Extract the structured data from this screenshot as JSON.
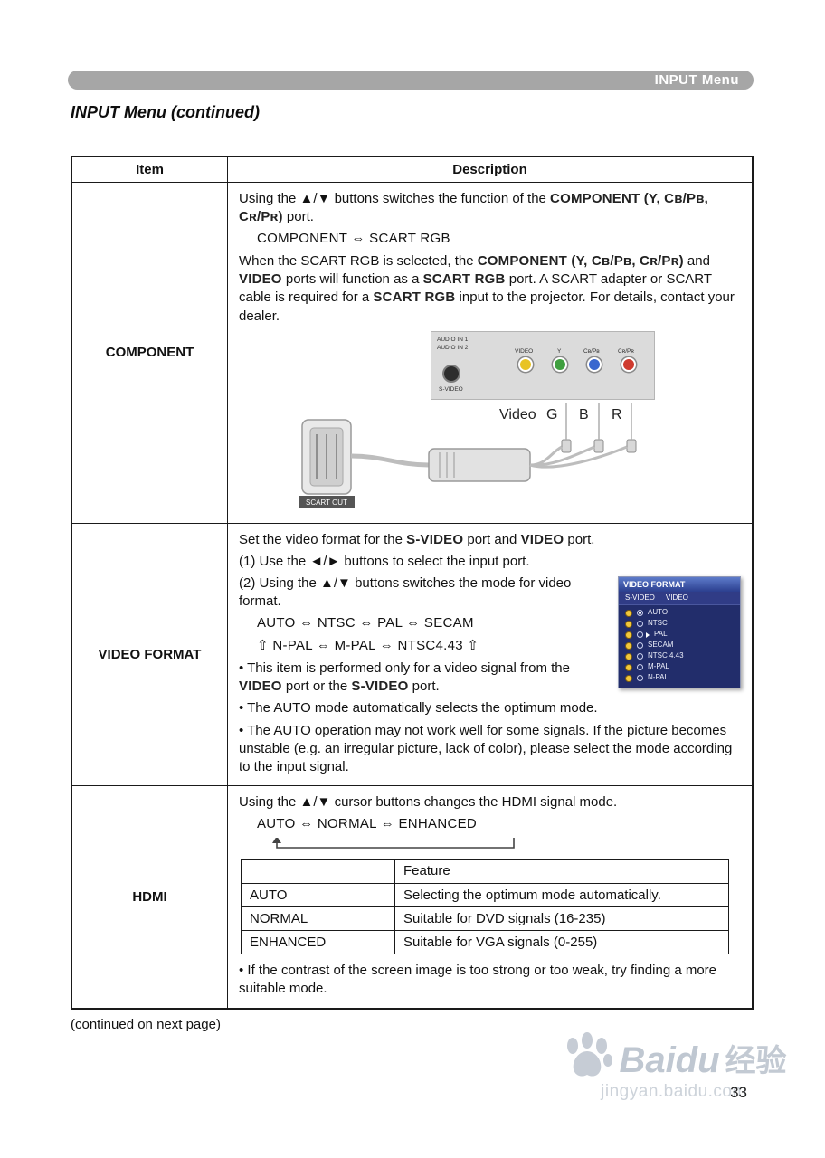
{
  "page": {
    "header_tab": "INPUT Menu",
    "title": "INPUT Menu (continued)",
    "footer_note": "(continued on next page)",
    "page_number": "33"
  },
  "watermark": {
    "brand": "Baidu",
    "brand_cn": "经验",
    "site": "jingyan.baidu.com"
  },
  "table": {
    "col_item": "Item",
    "col_desc": "Description",
    "component": {
      "item": "COMPONENT",
      "p1_pre": "Using the ▲/▼ buttons switches the function of the ",
      "p1_kw": "COMPONENT (Y, Cʙ/Pʙ, Cʀ/Pʀ)",
      "p1_post": " port.",
      "cycle": "COMPONENT ⇔ SCART RGB",
      "p2_s1": "When the SCART RGB is selected, the ",
      "p2_k1": "COMPONENT (Y, Cʙ/Pʙ, Cʀ/Pʀ)",
      "p2_s2": " and ",
      "p2_k2": "VIDEO",
      "p2_s3": " ports will function as a ",
      "p2_k3": "SCART RGB",
      "p2_s4": " port. A SCART adapter or SCART cable is required for a ",
      "p2_k4": "SCART RGB",
      "p2_s5": " input to the projector. For details, contact your dealer.",
      "diagram": {
        "audio1": "AUDIO IN 1",
        "audio2": "AUDIO IN 2",
        "video": "VIDEO",
        "y": "Y",
        "cbpb": "Cʙ/Pʙ",
        "crpr": "Cʀ/Pʀ",
        "svideo": "S-VIDEO",
        "cap_video": "Video",
        "cap_g": "G",
        "cap_b": "B",
        "cap_r": "R",
        "scart_out": "SCART OUT"
      }
    },
    "video_format": {
      "item": "VIDEO FORMAT",
      "p1_s1": "Set the video format for the ",
      "p1_k1": "S-VIDEO",
      "p1_s2": " port and ",
      "p1_k2": "VIDEO",
      "p1_s3": " port.",
      "step1": "(1) Use the ◄/► buttons to select the input port.",
      "step2": "(2) Using the ▲/▼ buttons switches the mode for video format.",
      "cycle1": "AUTO  ⇔  NTSC  ⇔  PAL  ⇔  SECAM",
      "cycle2_arrow_l": "⇧",
      "cycle2": " N-PAL ⇔ M-PAL ⇔ NTSC4.43 ",
      "cycle2_arrow_r": "⇧",
      "b1_s1": "• This item is performed only for a video signal from the ",
      "b1_k1": "VIDEO",
      "b1_s2": " port or the ",
      "b1_k2": "S-VIDEO",
      "b1_s3": " port.",
      "b2": "• The AUTO mode automatically selects the optimum mode.",
      "b3": "• The AUTO operation may not work well for some signals. If the picture becomes unstable (e.g. an irregular picture, lack of color), please select the mode according to the input signal.",
      "menu": {
        "title": "VIDEO FORMAT",
        "tab1": "S-VIDEO",
        "tab2": "VIDEO",
        "options": [
          "AUTO",
          "NTSC",
          "PAL",
          "SECAM",
          "NTSC 4.43",
          "M-PAL",
          "N-PAL"
        ]
      }
    },
    "hdmi": {
      "item": "HDMI",
      "p1": "Using the ▲/▼ cursor buttons changes the HDMI signal mode.",
      "cycle": "AUTO ⇔ NORMAL ⇔ ENHANCED",
      "feature_header": "Feature",
      "modes": [
        {
          "mode": "AUTO",
          "feature": "Selecting the optimum mode automatically."
        },
        {
          "mode": "NORMAL",
          "feature": "Suitable for DVD signals (16-235)"
        },
        {
          "mode": "ENHANCED",
          "feature": "Suitable for VGA signals (0-255)"
        }
      ],
      "b1": "• If the contrast of the screen image is too strong or too weak, try finding a more suitable mode."
    }
  }
}
